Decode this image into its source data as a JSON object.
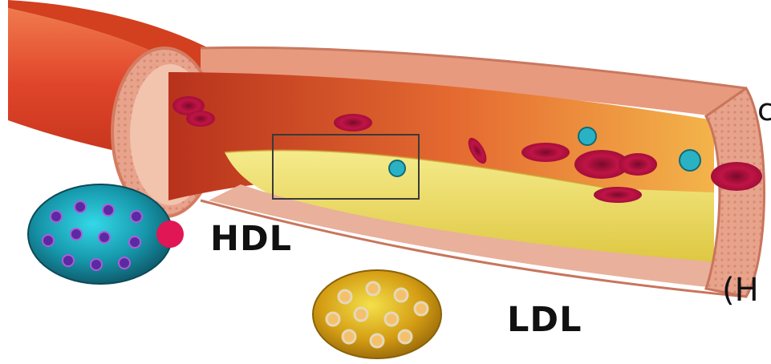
{
  "labels": {
    "hdl": "HDL",
    "ldl": "LDL",
    "edge_top": "c",
    "edge_bottom": "(H"
  },
  "icons": {
    "artery": "artery-cross-section-illustration",
    "hdl_particle": "hdl-particle-illustration",
    "ldl_particle": "ldl-particle-illustration"
  },
  "colors": {
    "artery_outer": "#e2552a",
    "artery_wall": "#e9a48f",
    "plaque": "#e6d34a",
    "blood_cell": "#b8103f",
    "hdl": "#1fa4b7",
    "ldl": "#d8a51a"
  }
}
